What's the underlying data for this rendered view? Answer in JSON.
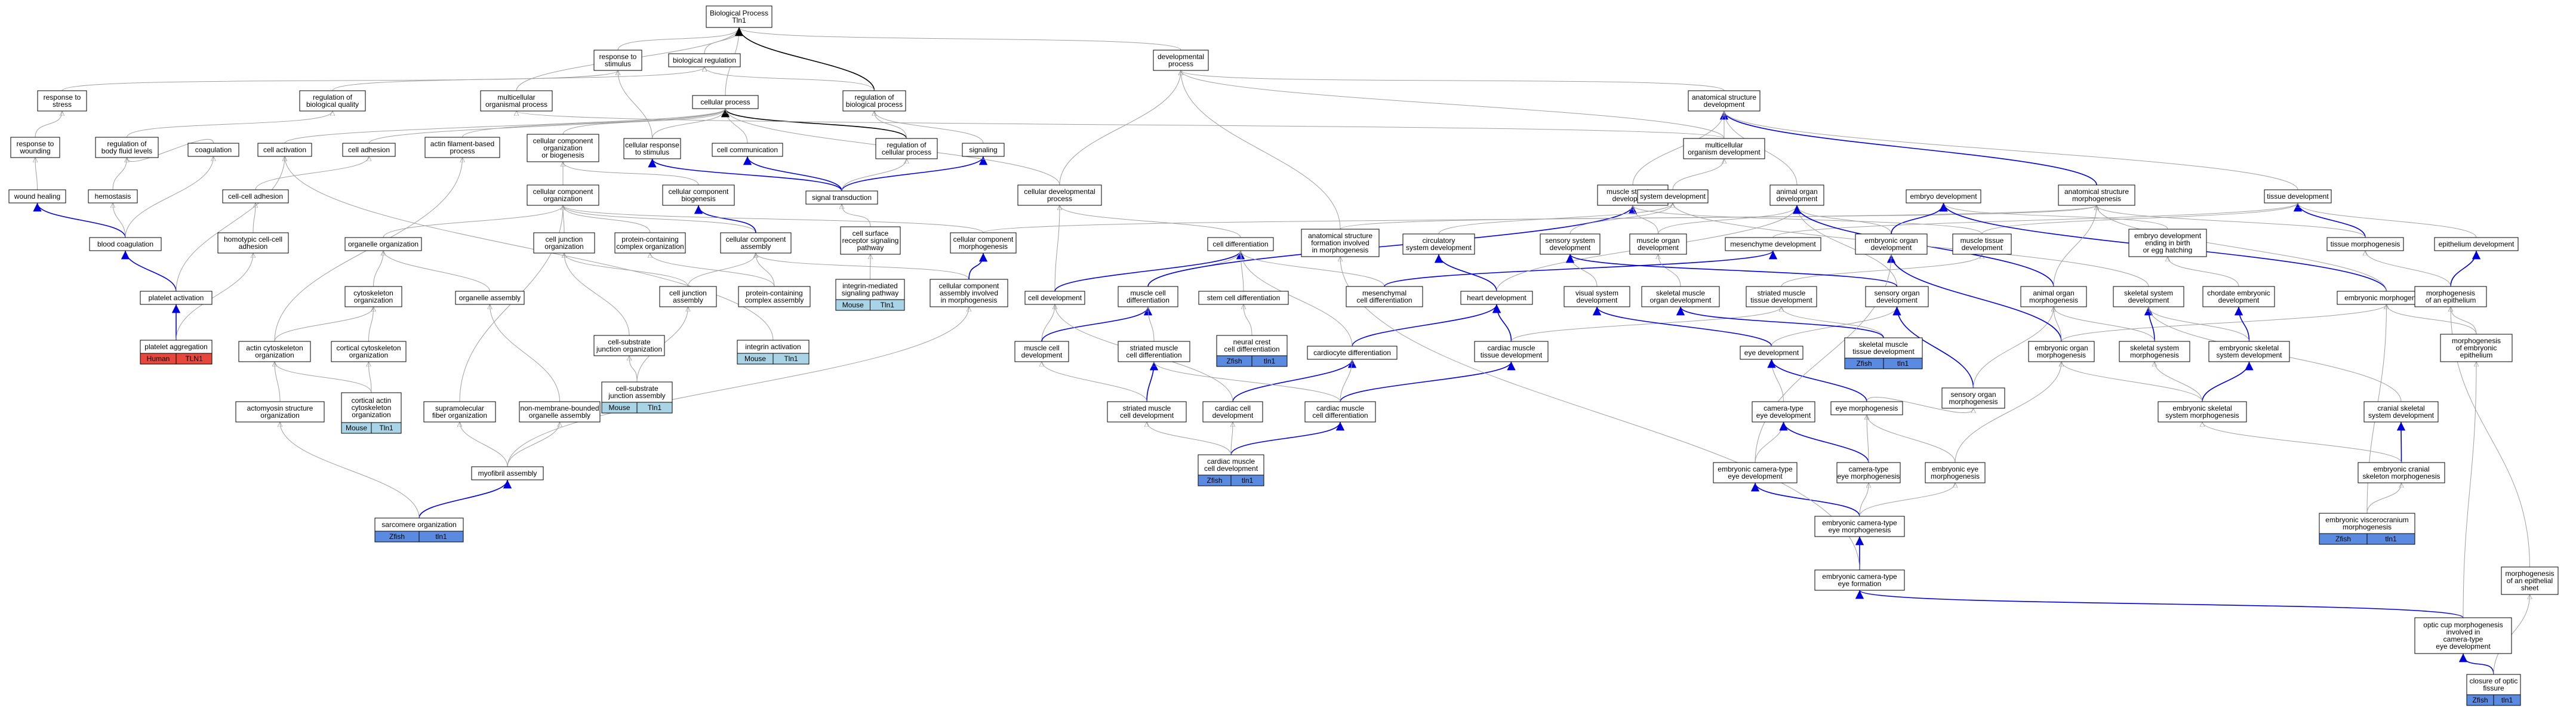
{
  "colors": {
    "isa_edge": "#a0a0a0",
    "regulates_edge": "#000000",
    "partof_edge": "#0000dd",
    "human": "#e8473c",
    "mouse": "#a9d4e6",
    "zfish": "#5b8be0"
  },
  "nodes": [
    {
      "id": "bp",
      "lines": [
        "Biological Process",
        "Tln1"
      ]
    },
    {
      "id": "rts",
      "lines": [
        "response to",
        "stimulus"
      ]
    },
    {
      "id": "bioreg",
      "lines": [
        "biological regulation"
      ]
    },
    {
      "id": "devproc",
      "lines": [
        "developmental",
        "process"
      ]
    },
    {
      "id": "rtstress",
      "lines": [
        "response to",
        "stress"
      ]
    },
    {
      "id": "regbq",
      "lines": [
        "regulation of",
        "biological quality"
      ]
    },
    {
      "id": "mcop",
      "lines": [
        "multicellular",
        "organismal process"
      ]
    },
    {
      "id": "cellproc",
      "lines": [
        "cellular process"
      ]
    },
    {
      "id": "regbp",
      "lines": [
        "regulation of",
        "biological process"
      ]
    },
    {
      "id": "asd",
      "lines": [
        "anatomical structure",
        "development"
      ]
    },
    {
      "id": "rtw",
      "lines": [
        "response to",
        "wounding"
      ]
    },
    {
      "id": "regbfl",
      "lines": [
        "regulation of",
        "body fluid levels"
      ]
    },
    {
      "id": "coag",
      "lines": [
        "coagulation"
      ]
    },
    {
      "id": "cellact",
      "lines": [
        "cell activation"
      ]
    },
    {
      "id": "celladh",
      "lines": [
        "cell adhesion"
      ]
    },
    {
      "id": "afp",
      "lines": [
        "actin filament-based",
        "process"
      ]
    },
    {
      "id": "ccob",
      "lines": [
        "cellular component",
        "organization",
        "or biogenesis"
      ]
    },
    {
      "id": "crts",
      "lines": [
        "cellular response",
        "to stimulus"
      ]
    },
    {
      "id": "cellcomm",
      "lines": [
        "cell communication"
      ]
    },
    {
      "id": "regcp",
      "lines": [
        "regulation of",
        "cellular process"
      ]
    },
    {
      "id": "signaling",
      "lines": [
        "signaling"
      ]
    },
    {
      "id": "mcod",
      "lines": [
        "multicellular",
        "organism development"
      ]
    },
    {
      "id": "asm",
      "lines": [
        "anatomical structure",
        "morphogenesis"
      ]
    },
    {
      "id": "tissdev",
      "lines": [
        "tissue development"
      ]
    },
    {
      "id": "woundh",
      "lines": [
        "wound healing"
      ]
    },
    {
      "id": "hemo",
      "lines": [
        "hemostasis"
      ]
    },
    {
      "id": "ccadh",
      "lines": [
        "cell-cell adhesion"
      ]
    },
    {
      "id": "cco",
      "lines": [
        "cellular component",
        "organization"
      ]
    },
    {
      "id": "ccbio",
      "lines": [
        "cellular component",
        "biogenesis"
      ]
    },
    {
      "id": "sigtrans",
      "lines": [
        "signal transduction"
      ]
    },
    {
      "id": "celldevproc",
      "lines": [
        "cellular developmental",
        "process"
      ]
    },
    {
      "id": "asfm",
      "lines": [
        "anatomical structure",
        "formation involved",
        "in morphogenesis"
      ]
    },
    {
      "id": "msd",
      "lines": [
        "muscle structure",
        "development"
      ]
    },
    {
      "id": "sysdev",
      "lines": [
        "system development"
      ]
    },
    {
      "id": "aod",
      "lines": [
        "animal organ",
        "development"
      ]
    },
    {
      "id": "embdev",
      "lines": [
        "embryo development"
      ]
    },
    {
      "id": "tissmorph",
      "lines": [
        "tissue morphogenesis"
      ]
    },
    {
      "id": "epidev",
      "lines": [
        "epithelium development"
      ]
    },
    {
      "id": "bloodcoag",
      "lines": [
        "blood coagulation"
      ]
    },
    {
      "id": "homoadh",
      "lines": [
        "homotypic cell-cell",
        "adhesion"
      ]
    },
    {
      "id": "orgorg",
      "lines": [
        "organelle organization"
      ]
    },
    {
      "id": "cjo",
      "lines": [
        "cell junction",
        "organization"
      ]
    },
    {
      "id": "pcco",
      "lines": [
        "protein-containing",
        "complex organization"
      ]
    },
    {
      "id": "ccassem",
      "lines": [
        "cellular component",
        "assembly"
      ]
    },
    {
      "id": "ccm",
      "lines": [
        "cellular component",
        "morphogenesis"
      ]
    },
    {
      "id": "csrsp",
      "lines": [
        "cell surface",
        "receptor signaling",
        "pathway"
      ]
    },
    {
      "id": "celldiff",
      "lines": [
        "cell differentiation"
      ]
    },
    {
      "id": "circdev",
      "lines": [
        "circulatory",
        "system development"
      ]
    },
    {
      "id": "mesdev",
      "lines": [
        "mesenchyme development"
      ]
    },
    {
      "id": "sensdev",
      "lines": [
        "sensory system",
        "development"
      ]
    },
    {
      "id": "muscorg",
      "lines": [
        "muscle organ",
        "development"
      ]
    },
    {
      "id": "embod",
      "lines": [
        "embryonic organ",
        "development"
      ]
    },
    {
      "id": "musctiss",
      "lines": [
        "muscle tissue",
        "development"
      ]
    },
    {
      "id": "embdevbirth",
      "lines": [
        "embryo development",
        "ending in birth",
        "or egg hatching"
      ]
    },
    {
      "id": "embmorph",
      "lines": [
        "embryonic morphogenesis"
      ]
    },
    {
      "id": "morphepi",
      "lines": [
        "morphogenesis",
        "of an epithelium"
      ]
    },
    {
      "id": "platact",
      "lines": [
        "platelet activation"
      ]
    },
    {
      "id": "cytoorg",
      "lines": [
        "cytoskeleton",
        "organization"
      ]
    },
    {
      "id": "orgassem",
      "lines": [
        "organelle assembly"
      ]
    },
    {
      "id": "cjassem",
      "lines": [
        "cell junction",
        "assembly"
      ]
    },
    {
      "id": "pcassem",
      "lines": [
        "protein-containing",
        "complex assembly"
      ]
    },
    {
      "id": "ccaim",
      "lines": [
        "cellular component",
        "assembly involved",
        "in morphogenesis"
      ]
    },
    {
      "id": "imsp",
      "lines": [
        "integrin-mediated",
        "signaling pathway"
      ]
    },
    {
      "id": "celldevel",
      "lines": [
        "cell development"
      ]
    },
    {
      "id": "musccelldiff",
      "lines": [
        "muscle cell",
        "differentiation"
      ]
    },
    {
      "id": "stemdiff",
      "lines": [
        "stem cell differentiation"
      ]
    },
    {
      "id": "mesdiff",
      "lines": [
        "mesenchymal",
        "cell differentiation"
      ]
    },
    {
      "id": "heartdev",
      "lines": [
        "heart development"
      ]
    },
    {
      "id": "visdev",
      "lines": [
        "visual system",
        "development"
      ]
    },
    {
      "id": "skmuscorg",
      "lines": [
        "skeletal muscle",
        "organ development"
      ]
    },
    {
      "id": "stmtiss",
      "lines": [
        "striated muscle",
        "tissue development"
      ]
    },
    {
      "id": "sensorg",
      "lines": [
        "sensory organ",
        "development"
      ]
    },
    {
      "id": "aom",
      "lines": [
        "animal organ",
        "morphogenesis"
      ]
    },
    {
      "id": "skeldev",
      "lines": [
        "skeletal system",
        "development"
      ]
    },
    {
      "id": "chorddev",
      "lines": [
        "chordate embryonic",
        "development"
      ]
    },
    {
      "id": "morphembepi",
      "lines": [
        "morphogenesis",
        "of embryonic",
        "epithelium"
      ]
    },
    {
      "id": "platagg",
      "lines": [
        "platelet aggregation"
      ],
      "tags": [
        {
          "label": "Human",
          "color": "human"
        },
        {
          "label": "TLN1",
          "color": "human"
        }
      ]
    },
    {
      "id": "actincyto",
      "lines": [
        "actin cytoskeleton",
        "organization"
      ]
    },
    {
      "id": "corticalcyto",
      "lines": [
        "cortical cytoskeleton",
        "organization"
      ]
    },
    {
      "id": "csjo",
      "lines": [
        "cell-substrate",
        "junction organization"
      ]
    },
    {
      "id": "csja",
      "lines": [
        "cell-substrate",
        "junction assembly"
      ],
      "tags": [
        {
          "label": "Mouse",
          "color": "mouse"
        },
        {
          "label": "Tln1",
          "color": "mouse"
        }
      ]
    },
    {
      "id": "intact",
      "lines": [
        "integrin activation"
      ],
      "tags": [
        {
          "label": "Mouse",
          "color": "mouse"
        },
        {
          "label": "Tln1",
          "color": "mouse"
        }
      ]
    },
    {
      "id": "imsp_tag",
      "lines": [],
      "tags": [
        {
          "label": "Mouse",
          "color": "mouse"
        },
        {
          "label": "Tln1",
          "color": "mouse"
        }
      ]
    },
    {
      "id": "musccelldev",
      "lines": [
        "muscle cell",
        "development"
      ]
    },
    {
      "id": "stmcelldiff",
      "lines": [
        "striated muscle",
        "cell differentiation"
      ]
    },
    {
      "id": "ncdiff",
      "lines": [
        "neural crest",
        "cell differentiation"
      ],
      "tags": [
        {
          "label": "Zfish",
          "color": "zfish"
        },
        {
          "label": "tln1",
          "color": "zfish"
        }
      ]
    },
    {
      "id": "cardiodiff",
      "lines": [
        "cardiocyte differentiation"
      ]
    },
    {
      "id": "cmtiss",
      "lines": [
        "cardiac muscle",
        "tissue development"
      ]
    },
    {
      "id": "eyedev",
      "lines": [
        "eye development"
      ]
    },
    {
      "id": "skmtiss",
      "lines": [
        "skeletal muscle",
        "tissue development"
      ],
      "tags": [
        {
          "label": "Zfish",
          "color": "zfish"
        },
        {
          "label": "tln1",
          "color": "zfish"
        }
      ]
    },
    {
      "id": "sensorgmorph",
      "lines": [
        "sensory organ",
        "morphogenesis"
      ]
    },
    {
      "id": "embom",
      "lines": [
        "embryonic organ",
        "morphogenesis"
      ]
    },
    {
      "id": "skelmorph",
      "lines": [
        "skeletal system",
        "morphogenesis"
      ]
    },
    {
      "id": "embskeldev",
      "lines": [
        "embryonic skeletal",
        "system development"
      ]
    },
    {
      "id": "cortactin",
      "lines": [
        "cortical actin",
        "cytoskeleton",
        "organization"
      ],
      "tags": [
        {
          "label": "Mouse",
          "color": "mouse"
        },
        {
          "label": "Tln1",
          "color": "mouse"
        }
      ]
    },
    {
      "id": "actomyo",
      "lines": [
        "actomyosin structure",
        "organization"
      ]
    },
    {
      "id": "supramol",
      "lines": [
        "supramolecular",
        "fiber organization"
      ]
    },
    {
      "id": "nonmem",
      "lines": [
        "non-membrane-bounded",
        "organelle assembly"
      ]
    },
    {
      "id": "stmcelldev",
      "lines": [
        "striated muscle",
        "cell development"
      ]
    },
    {
      "id": "cardcelldev",
      "lines": [
        "cardiac cell",
        "development"
      ]
    },
    {
      "id": "cmcelldiff",
      "lines": [
        "cardiac muscle",
        "cell differentiation"
      ]
    },
    {
      "id": "cteyedev",
      "lines": [
        "camera-type",
        "eye development"
      ]
    },
    {
      "id": "eyemorph",
      "lines": [
        "eye morphogenesis"
      ]
    },
    {
      "id": "embskelmorph",
      "lines": [
        "embryonic skeletal",
        "system morphogenesis"
      ]
    },
    {
      "id": "cranskel",
      "lines": [
        "cranial skeletal",
        "system development"
      ]
    },
    {
      "id": "myofib",
      "lines": [
        "myofibril assembly"
      ]
    },
    {
      "id": "cmcelldev",
      "lines": [
        "cardiac muscle",
        "cell development"
      ],
      "tags": [
        {
          "label": "Zfish",
          "color": "zfish"
        },
        {
          "label": "tln1",
          "color": "zfish"
        }
      ]
    },
    {
      "id": "embcteyedev",
      "lines": [
        "embryonic camera-type",
        "eye development"
      ]
    },
    {
      "id": "cteyemorph",
      "lines": [
        "camera-type",
        "eye morphogenesis"
      ]
    },
    {
      "id": "embeyemorph",
      "lines": [
        "embryonic eye",
        "morphogenesis"
      ]
    },
    {
      "id": "embcranskel",
      "lines": [
        "embryonic cranial",
        "skeleton morphogenesis"
      ]
    },
    {
      "id": "sarco",
      "lines": [
        "sarcomere organization"
      ],
      "tags": [
        {
          "label": "Zfish",
          "color": "zfish"
        },
        {
          "label": "tln1",
          "color": "zfish"
        }
      ]
    },
    {
      "id": "embcteyemorph",
      "lines": [
        "embryonic camera-type",
        "eye morphogenesis"
      ]
    },
    {
      "id": "embviscero",
      "lines": [
        "embryonic viscerocranium",
        "morphogenesis"
      ],
      "tags": [
        {
          "label": "Zfish",
          "color": "zfish"
        },
        {
          "label": "tln1",
          "color": "zfish"
        }
      ]
    },
    {
      "id": "morphepisheet",
      "lines": [
        "morphogenesis",
        "of an epithelial",
        "sheet"
      ]
    },
    {
      "id": "embcteyeform",
      "lines": [
        "embryonic camera-type",
        "eye formation"
      ]
    },
    {
      "id": "opticcup",
      "lines": [
        "optic cup morphogenesis",
        "involved in",
        "camera-type",
        "eye development"
      ]
    },
    {
      "id": "closure",
      "lines": [
        "closure of optic",
        "fissure"
      ],
      "tags": [
        {
          "label": "Zfish",
          "color": "zfish"
        },
        {
          "label": "tln1",
          "color": "zfish"
        }
      ]
    }
  ]
}
